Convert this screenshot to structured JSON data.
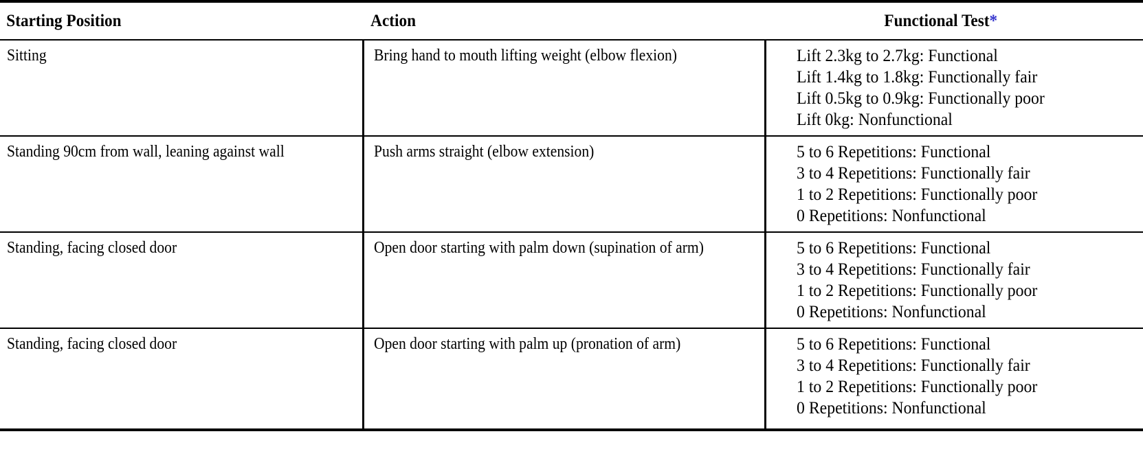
{
  "table": {
    "columns": [
      {
        "id": "starting-position",
        "label": "Starting Position"
      },
      {
        "id": "action",
        "label": "Action"
      },
      {
        "id": "functional-test",
        "label": "Functional Test",
        "footnote_marker": "*",
        "footnote_marker_color": "#3333cc"
      }
    ],
    "rows": [
      {
        "starting_position": "Sitting",
        "action": "Bring hand to mouth lifting weight (elbow flexion)",
        "functional_test": [
          "Lift 2.3kg to 2.7kg: Functional",
          "Lift 1.4kg to 1.8kg: Functionally fair",
          "Lift 0.5kg to 0.9kg: Functionally poor",
          "Lift 0kg: Nonfunctional"
        ]
      },
      {
        "starting_position": "Standing 90cm from wall, leaning against wall",
        "action": "Push arms straight (elbow extension)",
        "functional_test": [
          "5 to 6 Repetitions: Functional",
          "3 to 4 Repetitions: Functionally fair",
          "1 to 2 Repetitions: Functionally poor",
          "0 Repetitions: Nonfunctional"
        ]
      },
      {
        "starting_position": "Standing, facing closed door",
        "action": "Open door starting with palm down (supination of arm)",
        "functional_test": [
          "5 to 6 Repetitions: Functional",
          "3 to 4 Repetitions: Functionally fair",
          "1 to 2 Repetitions: Functionally poor",
          "0 Repetitions: Nonfunctional"
        ]
      },
      {
        "starting_position": "Standing, facing closed door",
        "action": "Open door starting with palm up (pronation of arm)",
        "functional_test": [
          "5 to 6 Repetitions: Functional",
          "3 to 4 Repetitions: Functionally fair",
          "1 to 2 Repetitions: Functionally poor",
          "0 Repetitions: Nonfunctional"
        ]
      }
    ]
  }
}
